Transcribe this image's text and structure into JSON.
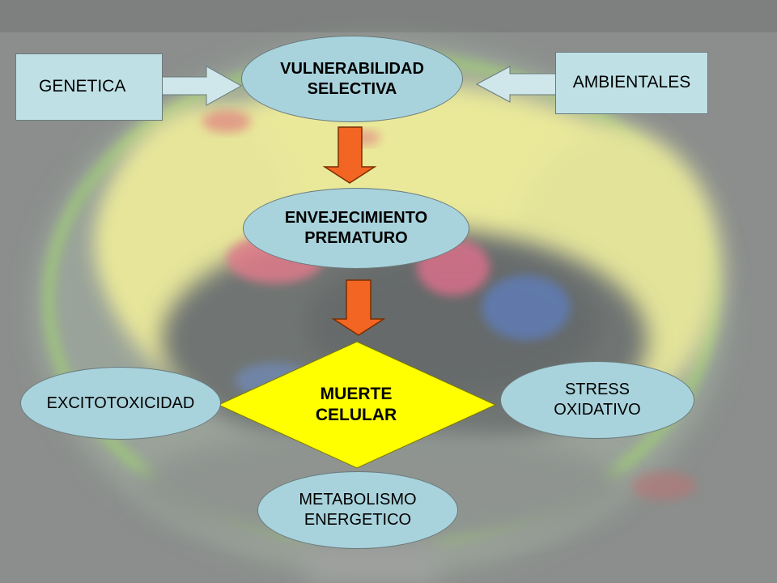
{
  "nodes": {
    "genetica": "GENETICA",
    "ambientales": "AMBIENTALES",
    "vulnerabilidad": [
      "VULNERABILIDAD",
      "SELECTIVA"
    ],
    "envejecimiento": [
      "ENVEJECIMIENTO",
      "PREMATURO"
    ],
    "muerte": [
      "MUERTE",
      "CELULAR"
    ],
    "excitotoxicidad": "EXCITOTOXICIDAD",
    "stress": [
      "STRESS",
      "OXIDATIVO"
    ],
    "metabolismo": [
      "METABOLISMO",
      "ENERGETICO"
    ]
  },
  "colors": {
    "background_gray": "#8a8d8b",
    "brain_yellow": "#ecec9a",
    "node_fill": "#a9d3dc",
    "box_fill": "#bfe1e6",
    "diamond_fill": "#ffff00",
    "arrow_orange": "#f26522",
    "arrow_outline": "#7a2e00",
    "pale_arrow_fill": "#cfe6ea"
  }
}
